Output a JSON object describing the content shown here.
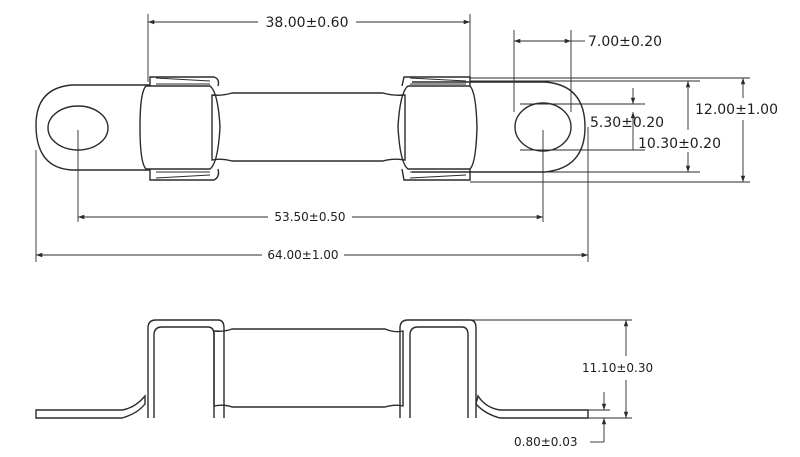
{
  "dimensions": {
    "top_width_body": "38.00±0.60",
    "tab_width": "7.00±0.20",
    "hole_height": "5.30±0.20",
    "tab_height": "10.30±0.20",
    "overall_height": "12.00±1.00",
    "hole_centers": "53.50±0.50",
    "overall_length": "64.00±1.00",
    "side_height": "11.10±0.30",
    "thickness": "0.80±0.03"
  }
}
